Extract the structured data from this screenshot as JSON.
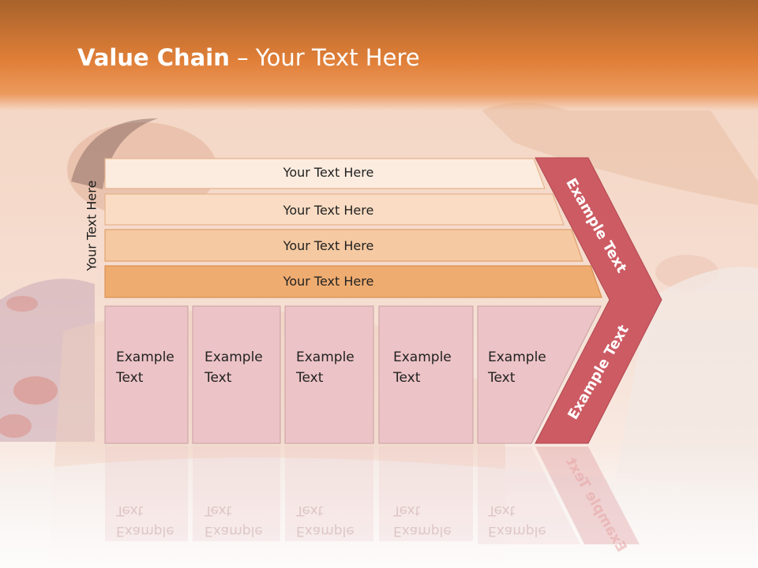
{
  "slide": {
    "title_bold": "Value Chain",
    "title_rest": " – Your Text Here",
    "side_label": "Your Text Here"
  },
  "bars": [
    {
      "label": "Your Text Here"
    },
    {
      "label": "Your Text Here"
    },
    {
      "label": "Your Text Here"
    },
    {
      "label": "Your Text Here"
    }
  ],
  "boxes": [
    {
      "line1": "Example",
      "line2": "Text"
    },
    {
      "line1": "Example",
      "line2": "Text"
    },
    {
      "line1": "Example",
      "line2": "Text"
    },
    {
      "line1": "Example",
      "line2": "Text"
    },
    {
      "line1": "Example",
      "line2": "Text"
    }
  ],
  "arrow": {
    "upper_label": "Example Text",
    "lower_label": "Example Text"
  },
  "colors": {
    "header": "#e07f38",
    "bar1": "#fcecdf",
    "bar2": "#f9dcc3",
    "bar3": "#f5c9a1",
    "bar4": "#efac70",
    "box": "#ecc3c6",
    "arrow": "#cd5b63"
  }
}
